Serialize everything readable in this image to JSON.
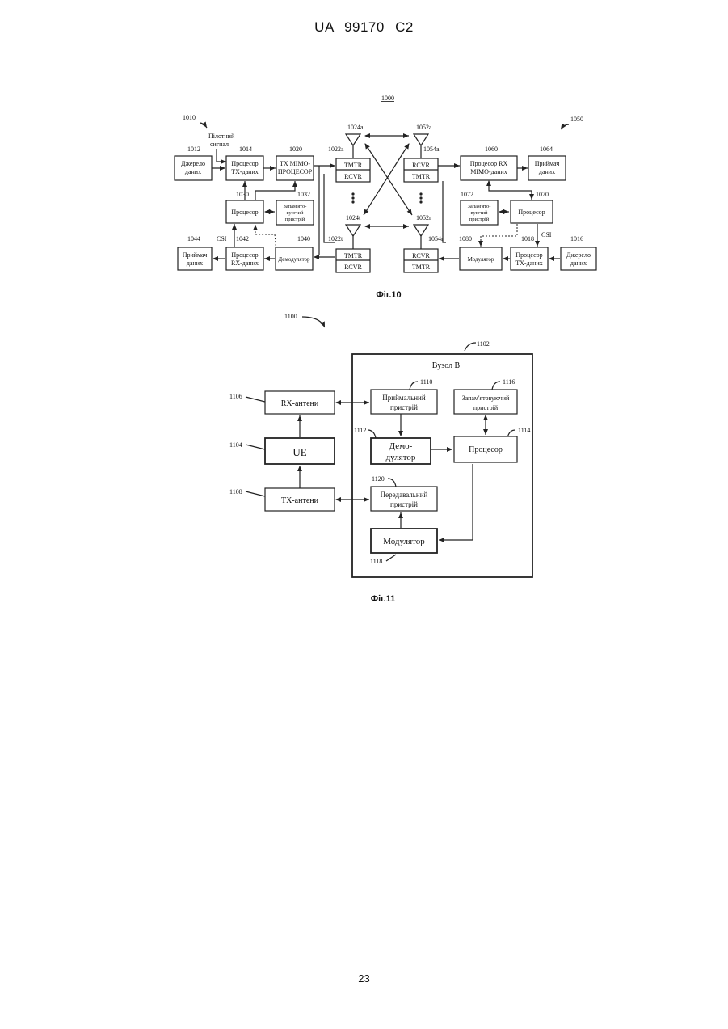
{
  "header": {
    "patent_id": "UA 99170 C2"
  },
  "page_number": "23",
  "fig10": {
    "caption": "Фіг.10",
    "system_ref": "1000",
    "tx_side_ref": "1010",
    "rx_side_ref": "1050",
    "pilot_label": "Пілотний сигнал",
    "csi_left": "CSI",
    "csi_right": "CSI",
    "refs": {
      "r1012": "1012",
      "r1014": "1014",
      "r1020": "1020",
      "r1022a": "1022a",
      "r1024a": "1024a",
      "r1052a": "1052a",
      "r1054a": "1054a",
      "r1060": "1060",
      "r1064": "1064",
      "r1030": "1030",
      "r1032": "1032",
      "r1072": "1072",
      "r1070": "1070",
      "r1024t": "1024t",
      "r1052r": "1052r",
      "r1022t": "1022t",
      "r1054r": "1054r",
      "r1044": "1044",
      "r1042": "1042",
      "r1040": "1040",
      "r1080": "1080",
      "r1018": "1018",
      "r1016": "1016"
    },
    "blocks": {
      "data_source_left": [
        "Джерело",
        "даних"
      ],
      "tx_data_proc_left": [
        "Процесор",
        "ТХ-даних"
      ],
      "tx_mimo_proc": [
        "ТХ МІМО-",
        "ПРОЦЕСОР"
      ],
      "processor_left": "Процесор",
      "memory_left": [
        "Запам'ято-",
        "вуючий",
        "пристрій"
      ],
      "data_sink_left": [
        "Приймач",
        "даних"
      ],
      "rx_data_proc_left": [
        "Процесор",
        "RX-даних"
      ],
      "demodulator_left": "Демодулятор",
      "tmtr": "TMTR",
      "rcvr": "RCVR",
      "rx_mimo_proc": [
        "Процесор RX",
        "МІМО-даних"
      ],
      "data_sink_right": [
        "Приймач",
        "даних"
      ],
      "memory_right": [
        "Запам'ято-",
        "вуючий",
        "пристрій"
      ],
      "processor_right": "Процесор",
      "modulator_right": "Модулятор",
      "tx_data_proc_right": [
        "Процесор",
        "ТХ-даних"
      ],
      "data_source_right": [
        "Джерело",
        "даних"
      ]
    }
  },
  "fig11": {
    "caption": "Фіг.11",
    "system_ref": "1100",
    "node_ref": "1102",
    "node_title": "Вузол В",
    "refs": {
      "r1106": "1106",
      "r1104": "1104",
      "r1108": "1108",
      "r1110": "1110",
      "r1116": "1116",
      "r1112": "1112",
      "r1114": "1114",
      "r1120": "1120",
      "r1118": "1118"
    },
    "blocks": {
      "rx_antennas": "RX-антени",
      "ue": "UE",
      "tx_antennas": "ТХ-антени",
      "receiver": [
        "Приймальний",
        "пристрій"
      ],
      "memory": [
        "Запам'ятовуючий",
        "пристрій"
      ],
      "demodulator": [
        "Демо-",
        "дулятор"
      ],
      "processor": "Процесор",
      "transmitter": [
        "Передавальний",
        "пристрій"
      ],
      "modulator": "Модулятор"
    }
  }
}
